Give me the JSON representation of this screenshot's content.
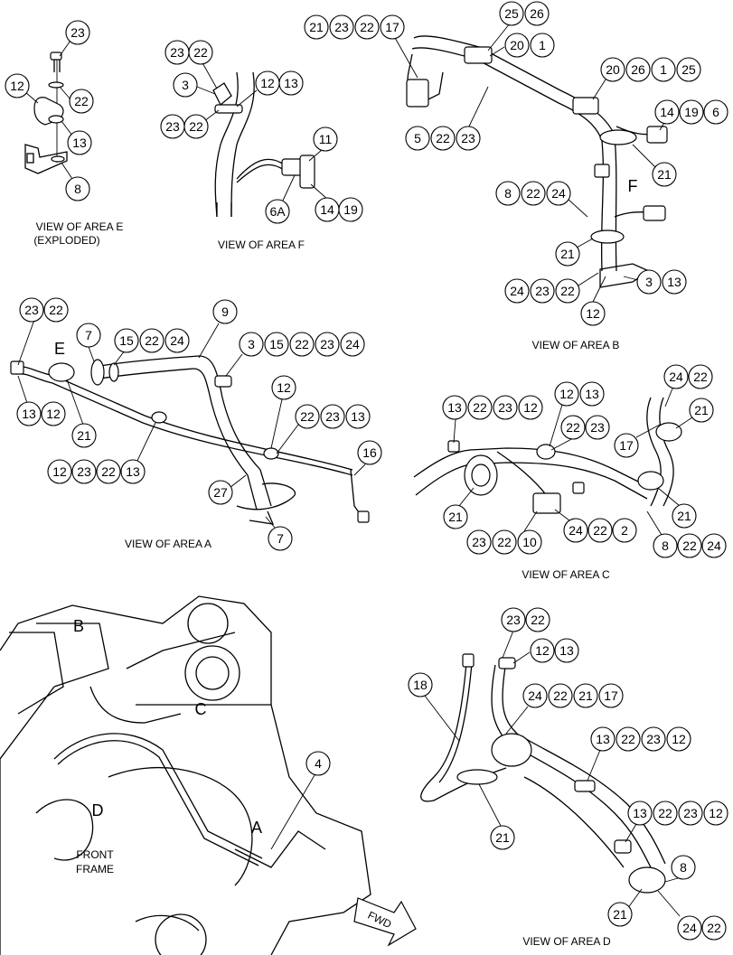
{
  "views": [
    {
      "id": "E",
      "caption": [
        "VIEW OF AREA E",
        "(EXPLODED)"
      ],
      "callouts": [
        {
          "labels": [
            "23"
          ]
        },
        {
          "labels": [
            "12"
          ]
        },
        {
          "labels": [
            "22"
          ]
        },
        {
          "labels": [
            "13"
          ]
        },
        {
          "labels": [
            "8"
          ]
        }
      ]
    },
    {
      "id": "F",
      "caption": [
        "VIEW OF AREA F"
      ],
      "callouts": [
        {
          "labels": [
            "23",
            "22"
          ]
        },
        {
          "labels": [
            "3"
          ]
        },
        {
          "labels": [
            "12",
            "13"
          ]
        },
        {
          "labels": [
            "23",
            "22"
          ]
        },
        {
          "labels": [
            "11"
          ]
        },
        {
          "labels": [
            "6A"
          ]
        },
        {
          "labels": [
            "14",
            "19"
          ]
        }
      ]
    },
    {
      "id": "B",
      "caption": [
        "VIEW OF AREA B"
      ],
      "area_letter": "F",
      "callouts": [
        {
          "labels": [
            "21",
            "23",
            "22",
            "17"
          ]
        },
        {
          "labels": [
            "25",
            "26"
          ]
        },
        {
          "labels": [
            "20",
            "1"
          ]
        },
        {
          "labels": [
            "20",
            "26",
            "1",
            "25"
          ]
        },
        {
          "labels": [
            "14",
            "19",
            "6"
          ]
        },
        {
          "labels": [
            "5",
            "22",
            "23"
          ]
        },
        {
          "labels": [
            "21"
          ]
        },
        {
          "labels": [
            "8",
            "22",
            "24"
          ]
        },
        {
          "labels": [
            "21"
          ]
        },
        {
          "labels": [
            "24",
            "23",
            "22"
          ]
        },
        {
          "labels": [
            "3",
            "13"
          ]
        },
        {
          "labels": [
            "12"
          ]
        }
      ]
    },
    {
      "id": "A",
      "caption": [
        "VIEW OF AREA A"
      ],
      "area_letter": "E",
      "callouts": [
        {
          "labels": [
            "23",
            "22"
          ]
        },
        {
          "labels": [
            "7"
          ]
        },
        {
          "labels": [
            "15",
            "22",
            "24"
          ]
        },
        {
          "labels": [
            "9"
          ]
        },
        {
          "labels": [
            "3",
            "15",
            "22",
            "23",
            "24"
          ]
        },
        {
          "labels": [
            "13",
            "12"
          ]
        },
        {
          "labels": [
            "21"
          ]
        },
        {
          "labels": [
            "12"
          ]
        },
        {
          "labels": [
            "22",
            "23",
            "13"
          ]
        },
        {
          "labels": [
            "16"
          ]
        },
        {
          "labels": [
            "12",
            "23",
            "22",
            "13"
          ]
        },
        {
          "labels": [
            "27"
          ]
        },
        {
          "labels": [
            "7"
          ]
        }
      ]
    },
    {
      "id": "C",
      "caption": [
        "VIEW OF AREA C"
      ],
      "callouts": [
        {
          "labels": [
            "13",
            "22",
            "23",
            "12"
          ]
        },
        {
          "labels": [
            "12",
            "13"
          ]
        },
        {
          "labels": [
            "24",
            "22"
          ]
        },
        {
          "labels": [
            "21"
          ]
        },
        {
          "labels": [
            "22",
            "23"
          ]
        },
        {
          "labels": [
            "17"
          ]
        },
        {
          "labels": [
            "21"
          ]
        },
        {
          "labels": [
            "24",
            "22",
            "2"
          ]
        },
        {
          "labels": [
            "21"
          ]
        },
        {
          "labels": [
            "23",
            "22",
            "10"
          ]
        },
        {
          "labels": [
            "8",
            "22",
            "24"
          ]
        }
      ]
    },
    {
      "id": "D",
      "caption": [
        "VIEW OF AREA D"
      ],
      "callouts": [
        {
          "labels": [
            "23",
            "22"
          ]
        },
        {
          "labels": [
            "12",
            "13"
          ]
        },
        {
          "labels": [
            "18"
          ]
        },
        {
          "labels": [
            "24",
            "22",
            "21",
            "17"
          ]
        },
        {
          "labels": [
            "13",
            "22",
            "23",
            "12"
          ]
        },
        {
          "labels": [
            "13",
            "22",
            "23",
            "12"
          ]
        },
        {
          "labels": [
            "21"
          ]
        },
        {
          "labels": [
            "8"
          ]
        },
        {
          "labels": [
            "21"
          ]
        },
        {
          "labels": [
            "24",
            "22"
          ]
        }
      ]
    }
  ],
  "overview": {
    "area_letters": [
      "B",
      "C",
      "D",
      "A"
    ],
    "frame_label": [
      "FRONT",
      "FRAME"
    ],
    "direction_label": "FWD",
    "callouts": [
      {
        "labels": [
          "4"
        ]
      }
    ]
  }
}
